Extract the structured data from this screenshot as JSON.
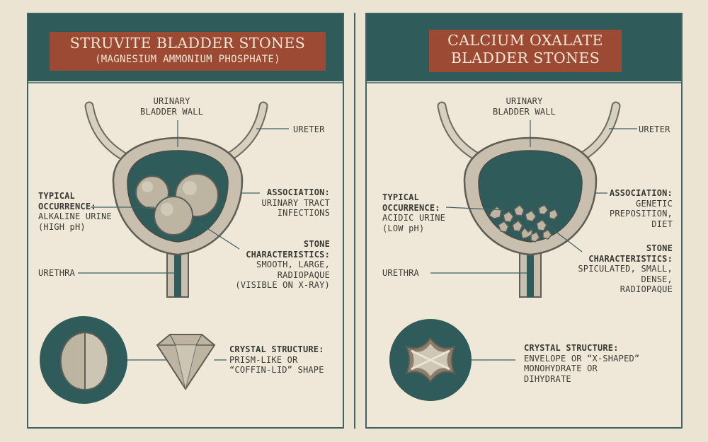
{
  "left_panel": {
    "title": "STRUVITE BLADDER STONES",
    "subtitle": "(MAGNESIUM AMMONIUM PHOSPHATE)",
    "labels": {
      "bladder_wall": [
        "URINARY",
        "BLADDER WALL"
      ],
      "ureter": "URETER",
      "typical_heading": [
        "TYPICAL",
        "OCCURRENCE:"
      ],
      "typical_text": [
        "ALKALINE URINE",
        "(HIGH pH)"
      ],
      "association_heading": "ASSOCIATION:",
      "association_text": [
        "URINARY TRACT",
        "INFECTIONS"
      ],
      "stone_heading": [
        "STONE",
        "CHARACTERISTICS:"
      ],
      "stone_text": [
        "SMOOTH, LARGE,",
        "RADIOPAQUE",
        "(VISIBLE ON X-RAY)"
      ],
      "urethra": "URETHRA",
      "crystal_heading": "CRYSTAL STRUCTURE:",
      "crystal_text": [
        "PRISM-LIKE OR",
        "“COFFIN-LID” SHAPE"
      ]
    }
  },
  "right_panel": {
    "title": [
      "CALCIUM OXALATE",
      "BLADDER STONES"
    ],
    "labels": {
      "bladder_wall": [
        "URINARY",
        "BLADDER WALL"
      ],
      "ureter": "URETER",
      "typical_heading": [
        "TYPICAL",
        "OCCURRENCE:"
      ],
      "typical_text": [
        "ACIDIC URINE",
        "(LOW pH)"
      ],
      "association_heading": "ASSOCIATION:",
      "association_text": [
        "GENETIC",
        "PREPOSITION,",
        "DIET"
      ],
      "stone_heading": [
        "STONE",
        "CHARACTERISTICS:"
      ],
      "stone_text": [
        "SPICULATED, SMALL,",
        "DENSE,",
        "RADIOPAQUE"
      ],
      "urethra": "URETHRA",
      "crystal_heading": "CRYSTAL STRUCTURE:",
      "crystal_text": [
        "ENVELOPE OR “X-SHAPED”",
        "MONOHYDRATE OR",
        "DIHYDRATE"
      ]
    }
  },
  "colors": {
    "background": "#ece4d3",
    "header": "#2f5b5b",
    "title_box": "#9c4a33",
    "bladder_wall": "#c8bfae",
    "urine": "#2f5b5b",
    "stone": "#bdb5a2"
  }
}
